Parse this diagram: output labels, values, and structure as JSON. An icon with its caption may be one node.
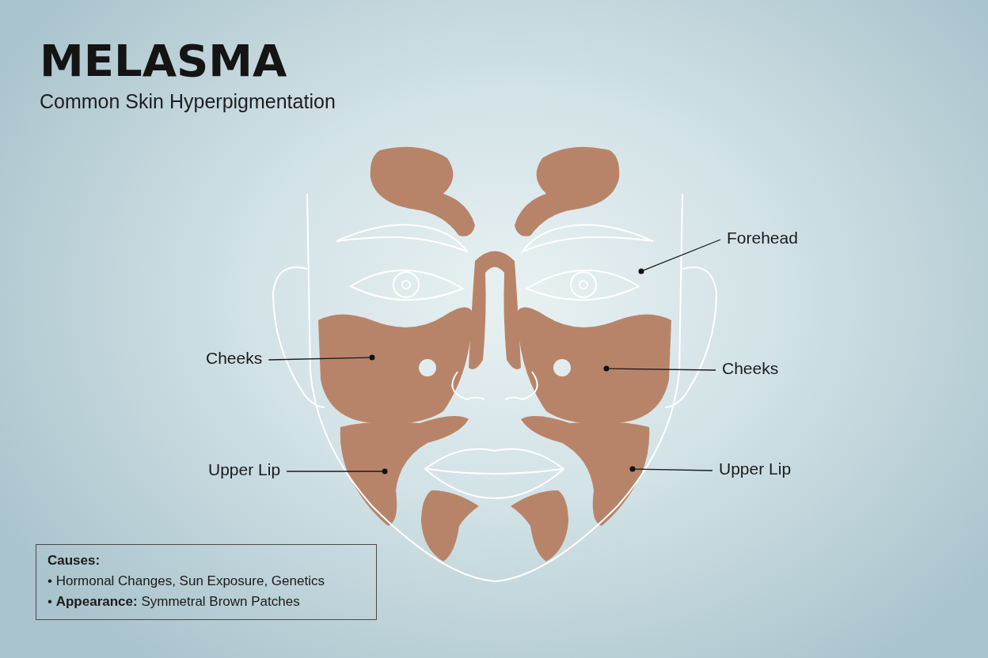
{
  "diagram": {
    "title": "MELASMA",
    "nodes": [
      {
        "text": [
          "Forehead"
        ]
      },
      {
        "text": [],
        "shape": "circle"
      },
      {
        "text": [
          "Cheeks"
        ]
      },
      {
        "text": [],
        "shape": "circle"
      },
      {
        "text": [
          "Cheeks"
        ]
      },
      {
        "text": [],
        "shape": "circle"
      },
      {
        "text": [
          "Upper Lip"
        ]
      },
      {
        "text": [],
        "shape": "circle"
      },
      {
        "text": [
          "Upper Lip"
        ]
      },
      {
        "text": [],
        "shape": "circle"
      },
      {
        "text": [
          "Causes:",
          "• Hormonal Changes, Sun Exposure, Genetics",
          "• **Appearance:** Symmetral Brown Patches"
        ]
      }
    ],
    "edges": [
      {
        "from": 0,
        "to": 1,
        "arrow": "none"
      },
      {
        "from": 2,
        "to": 3,
        "arrow": "none"
      },
      {
        "from": 4,
        "to": 5,
        "arrow": "none"
      },
      {
        "from": 6,
        "to": 7,
        "arrow": "none"
      },
      {
        "from": 8,
        "to": 9,
        "arrow": "none"
      }
    ],
    "labels": [
      "Common Skin Hyperpigmentation"
    ]
  }
}
